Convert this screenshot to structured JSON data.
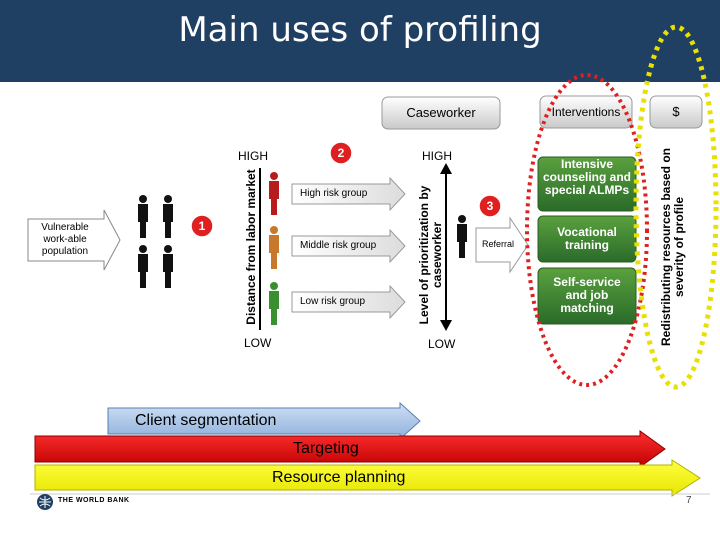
{
  "header": {
    "title": "Main uses of profiling",
    "background": "#1f3f63"
  },
  "population": {
    "label": "Vulnerable work-able population"
  },
  "markers": {
    "one": "1",
    "two": "2",
    "three": "3"
  },
  "axis_left": {
    "high": "HIGH",
    "low": "LOW",
    "label": "Distance from labor market"
  },
  "groups": {
    "high": "High risk group",
    "middle": "Middle risk group",
    "low": "Low risk group"
  },
  "axis_right": {
    "high": "HIGH",
    "low": "LOW",
    "label": "Level of prioritization by caseworker"
  },
  "caseworker": {
    "label": "Caseworker"
  },
  "referral": {
    "label": "Referral"
  },
  "interventions": {
    "header": "Interventions",
    "items": [
      "Intensive counseling and special ALMPs",
      "Vocational training",
      "Self-service and job matching"
    ]
  },
  "resources": {
    "header": "$",
    "label": "Redistributing resources based on severity of profile"
  },
  "bands": {
    "segmentation": "Client segmentation",
    "targeting": "Targeting",
    "planning": "Resource planning"
  },
  "footer": {
    "logo_text": "THE WORLD BANK",
    "page_number": "7"
  },
  "colors": {
    "high_risk": "#b71c1c",
    "middle_risk": "#c8782a",
    "low_risk": "#3a8f2f",
    "intervention_green": "#2f7d32",
    "oval_red": "#e02020",
    "oval_yellow": "#e8e000"
  }
}
